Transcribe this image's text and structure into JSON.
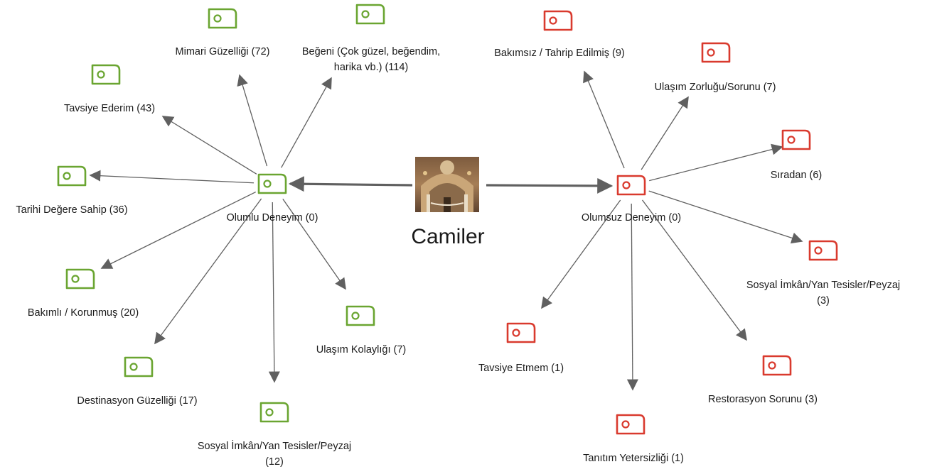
{
  "center": {
    "label": "Camiler",
    "image": "mosque-interior-photo"
  },
  "colors": {
    "positive": "#6aa531",
    "negative": "#d93a2e",
    "edge": "#606060"
  },
  "icon": "code-node-icon",
  "positive": {
    "hub": "Olumlu Deneyim (0)",
    "codes": [
      {
        "label": "Beğeni (Çok güzel, beğendim,",
        "label2": "harika vb.) (114)"
      },
      {
        "label": "Mimari Güzelliği (72)"
      },
      {
        "label": "Tavsiye Ederim (43)"
      },
      {
        "label": "Tarihi Değere Sahip (36)"
      },
      {
        "label": "Bakımlı / Korunmuş (20)"
      },
      {
        "label": "Destinasyon Güzelliği (17)"
      },
      {
        "label": "Sosyal İmkân/Yan Tesisler/Peyzaj",
        "label2": "(12)"
      },
      {
        "label": "Ulaşım Kolaylığı (7)"
      }
    ]
  },
  "negative": {
    "hub": "Olumsuz Deneyim (0)",
    "codes": [
      {
        "label": "Bakımsız / Tahrip Edilmiş (9)"
      },
      {
        "label": "Ulaşım Zorluğu/Sorunu (7)"
      },
      {
        "label": "Sıradan (6)"
      },
      {
        "label": "Sosyal İmkân/Yan Tesisler/Peyzaj",
        "label2": "(3)"
      },
      {
        "label": "Restorasyon Sorunu (3)"
      },
      {
        "label": "Tanıtım Yetersizliği (1)"
      },
      {
        "label": "Tavsiye Etmem (1)"
      }
    ]
  }
}
